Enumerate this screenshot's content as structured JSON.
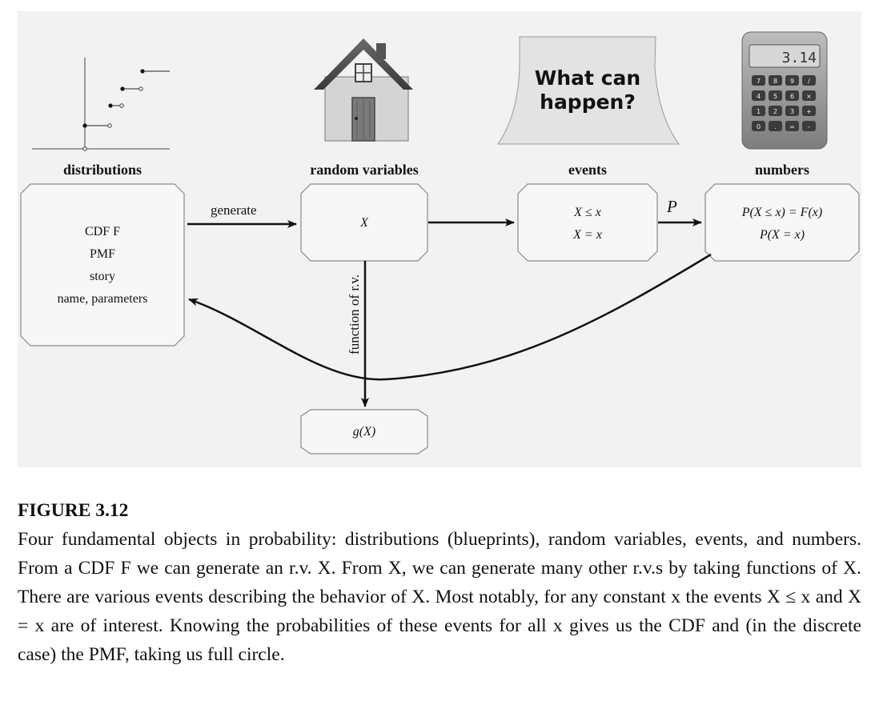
{
  "columns": {
    "distributions": "distributions",
    "random_variables": "random variables",
    "events": "events",
    "numbers": "numbers"
  },
  "boxes": {
    "distributions": [
      "CDF F",
      "PMF",
      "story",
      "name, parameters"
    ],
    "random_variable": "X",
    "events": [
      "X ≤ x",
      "X = x"
    ],
    "numbers": [
      "P(X ≤ x) = F(x)",
      "P(X = x)"
    ],
    "function": "g(X)"
  },
  "edges": {
    "generate": "generate",
    "probability": "P",
    "function_of_rv": "function of r.v."
  },
  "illustrations": {
    "sign_text": [
      "What can",
      "happen?"
    ],
    "calculator_display": "3.14",
    "calculator_keys": [
      "7",
      "8",
      "9",
      "/",
      "4",
      "5",
      "6",
      "×",
      "1",
      "2",
      "3",
      "+",
      "0",
      ".",
      "=",
      "-"
    ]
  },
  "caption": {
    "label": "FIGURE 3.12",
    "text": "Four fundamental objects in probability: distributions (blueprints), random variables, events, and numbers. From a CDF F we can generate an r.v. X. From X, we can generate many other r.v.s by taking functions of X. There are various events describing the behavior of X. Most notably, for any constant x the events X ≤ x and X = x are of interest. Knowing the probabilities of these events for all x gives us the CDF and (in the discrete case) the PMF, taking us full circle."
  }
}
